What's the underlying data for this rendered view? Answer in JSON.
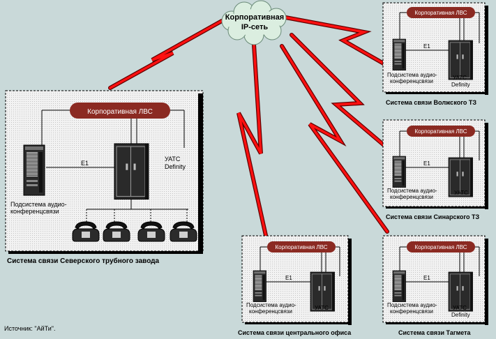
{
  "cloud": {
    "line1": "Корпоративная",
    "line2": "IP-сеть"
  },
  "labels": {
    "lan": "Корпоративная ЛВС",
    "e1": "E1",
    "pbx": "УАТС",
    "definity": "Definity",
    "conf_line1": "Подсистема аудио-",
    "conf_line2": "конференцсвязи"
  },
  "sites": {
    "main": "Система связи Северского трубного завода",
    "volga": "Система связи Волжского ТЗ",
    "sinara": "Система связи Синарского ТЗ",
    "office": "Система связи центрального офиса",
    "tagmet": "Система связи Тагмета"
  },
  "source": "Источник: \"АйТи\".",
  "colors": {
    "background": "#c9d9d9",
    "panel": "#f0f0f0",
    "lan_pill": "#8b2a22",
    "lightning": "#ff1010",
    "cloud": "#dbeee0"
  }
}
